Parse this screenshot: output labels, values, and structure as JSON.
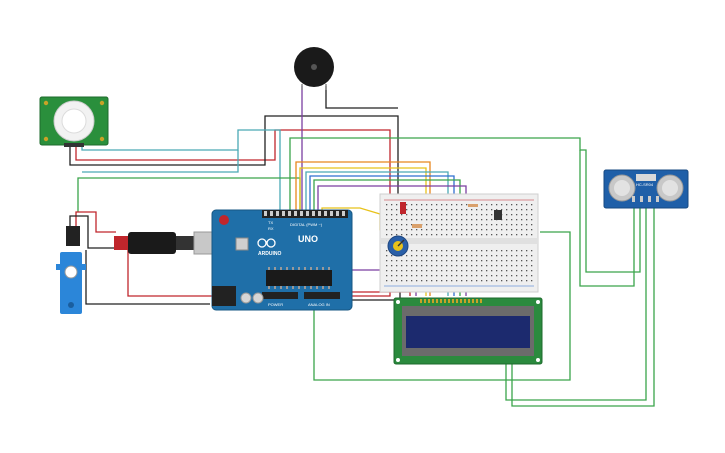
{
  "board": {
    "brand": "ARDUINO",
    "model": "UNO",
    "digital_label": "DIGITAL (PWM ~)",
    "power_label": "POWER",
    "analog_label": "ANALOG IN",
    "tx_label": "TX",
    "rx_label": "RX"
  },
  "ultrasonic": {
    "label": "HC-SR04"
  },
  "colors": {
    "red": "#c0262c",
    "black": "#222222",
    "green": "#3aa54a",
    "orange": "#e8871e",
    "yellow": "#e8c21a",
    "purple": "#7b3fa0",
    "teal": "#4aa9b5",
    "blue": "#2f6fd0",
    "board": "#1f6fa8",
    "lcd_screen": "#1c2a6e",
    "lcd_pcb": "#2b8a3e"
  },
  "components": [
    {
      "id": "pir-sensor",
      "kind": "PIR motion sensor"
    },
    {
      "id": "piezo-buzzer",
      "kind": "buzzer"
    },
    {
      "id": "servo-motor",
      "kind": "micro servo"
    },
    {
      "id": "arduino-uno",
      "kind": "microcontroller"
    },
    {
      "id": "breadboard",
      "kind": "breadboard"
    },
    {
      "id": "potentiometer",
      "kind": "potentiometer"
    },
    {
      "id": "lcd-16x2",
      "kind": "LCD 16x2"
    },
    {
      "id": "ultrasonic-sensor",
      "kind": "ultrasonic distance sensor"
    }
  ]
}
